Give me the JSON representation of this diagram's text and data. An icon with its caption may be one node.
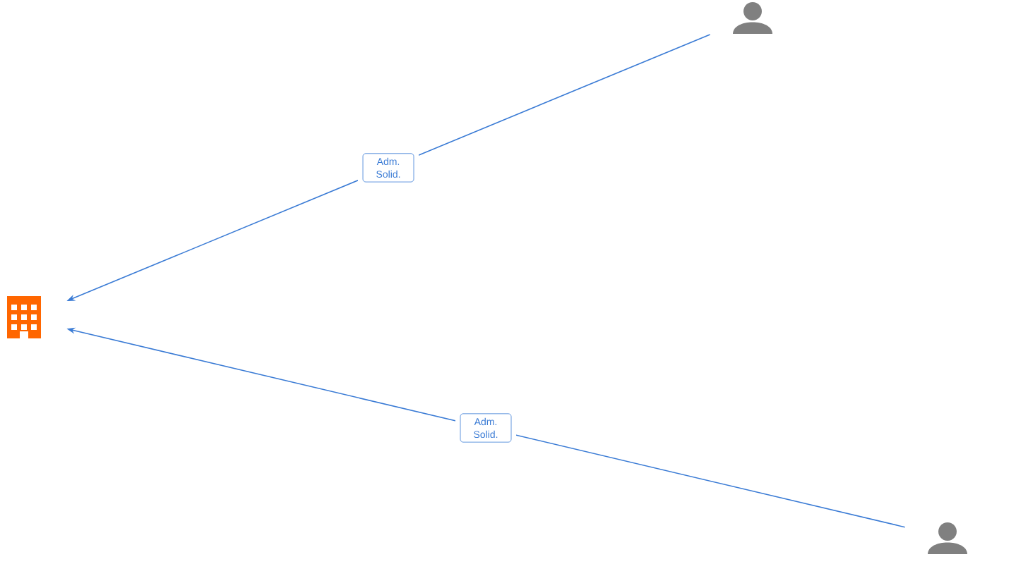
{
  "diagram": {
    "nodes": [
      {
        "text": [],
        "shape": "building"
      },
      {
        "text": [],
        "shape": "person"
      },
      {
        "text": [],
        "shape": "person"
      }
    ],
    "edges": [
      {
        "from": 1,
        "to": 0,
        "arrow": "to",
        "label": "Adm. Solid."
      },
      {
        "from": 2,
        "to": 0,
        "arrow": "to",
        "label": "Adm. Solid."
      }
    ]
  }
}
